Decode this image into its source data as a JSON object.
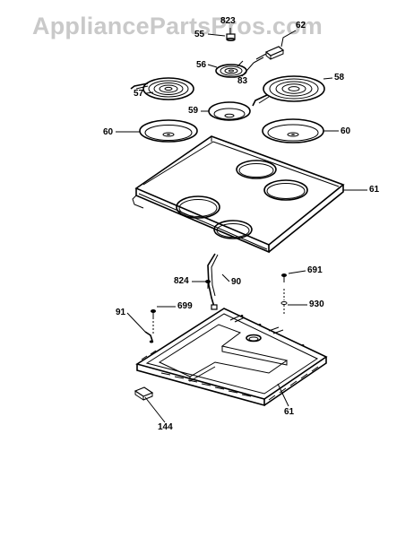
{
  "watermark": "AppliancePartsPros.com",
  "part_labels": {
    "p823": "823",
    "p55": "55",
    "p62": "62",
    "p56": "56",
    "p83": "83",
    "p57": "57",
    "p58": "58",
    "p59": "59",
    "p60_left": "60",
    "p60_right": "60",
    "p61_top": "61",
    "p824": "824",
    "p90": "90",
    "p691": "691",
    "p930": "930",
    "p91": "91",
    "p699": "699",
    "p61_bottom": "61",
    "p144": "144"
  }
}
